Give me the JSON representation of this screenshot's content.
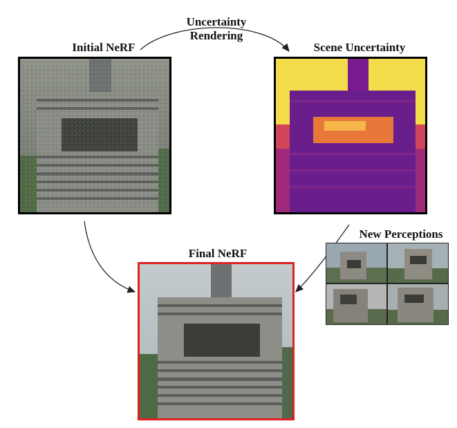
{
  "labels": {
    "initial": "Initial NeRF",
    "scene_uncertainty": "Scene Uncertainty",
    "uncertainty_rendering_line1": "Uncertainty",
    "uncertainty_rendering_line2": "Rendering",
    "new_perceptions": "New Perceptions",
    "final": "Final NeRF"
  },
  "colors": {
    "initial_border": "#000000",
    "uncertainty_border": "#000000",
    "final_border": "#e02020",
    "arrow": "#222222",
    "uncertainty_low": "#5a1e8a",
    "uncertainty_mid": "#c8345a",
    "uncertainty_high": "#f7e64a"
  },
  "panels": {
    "initial": {
      "content": "noisy building rendering",
      "border": "black"
    },
    "scene_uncertainty": {
      "content": "uncertainty heatmap",
      "colormap": "plasma"
    },
    "new_perceptions": {
      "content": "4 new photos of building"
    },
    "final": {
      "content": "clean building rendering",
      "border": "red"
    }
  }
}
